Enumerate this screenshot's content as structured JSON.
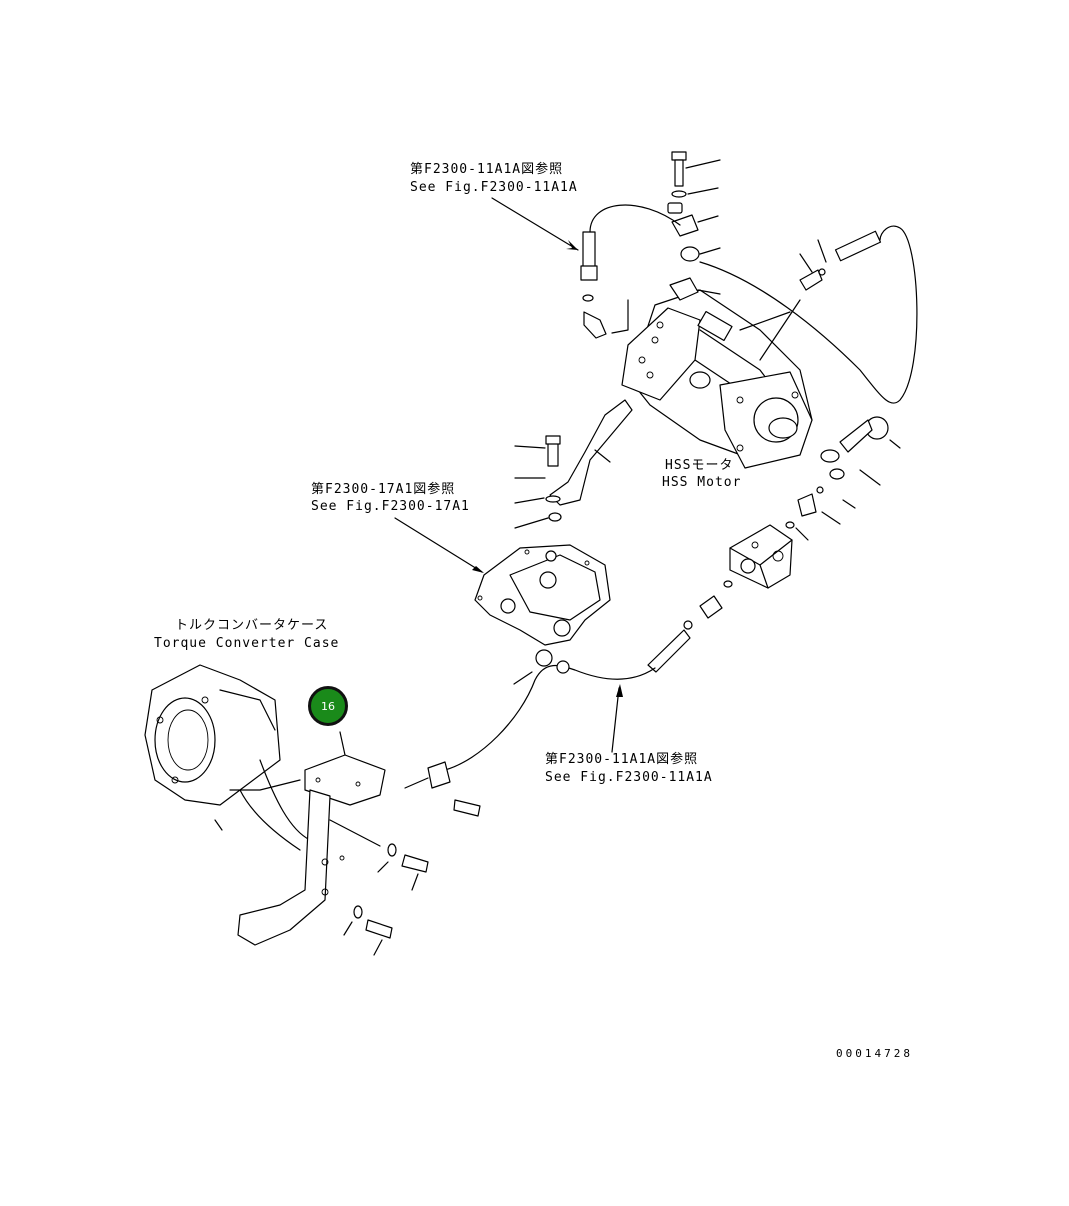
{
  "refs": {
    "top_jp": "第F2300-11A1A図参照",
    "top_en": "See Fig.F2300-11A1A",
    "mid_jp": "第F2300-17A1図参照",
    "mid_en": "See Fig.F2300-17A1",
    "bottom_jp": "第F2300-11A1A図参照",
    "bottom_en": "See Fig.F2300-11A1A"
  },
  "motor": {
    "jp": "HSSモータ",
    "en": "HSS Motor"
  },
  "converter": {
    "jp": "トルクコンバータケース",
    "en": "Torque Converter Case"
  },
  "callout": {
    "number": "16",
    "color": "#1a8a1a"
  },
  "drawing_number": "00014728"
}
